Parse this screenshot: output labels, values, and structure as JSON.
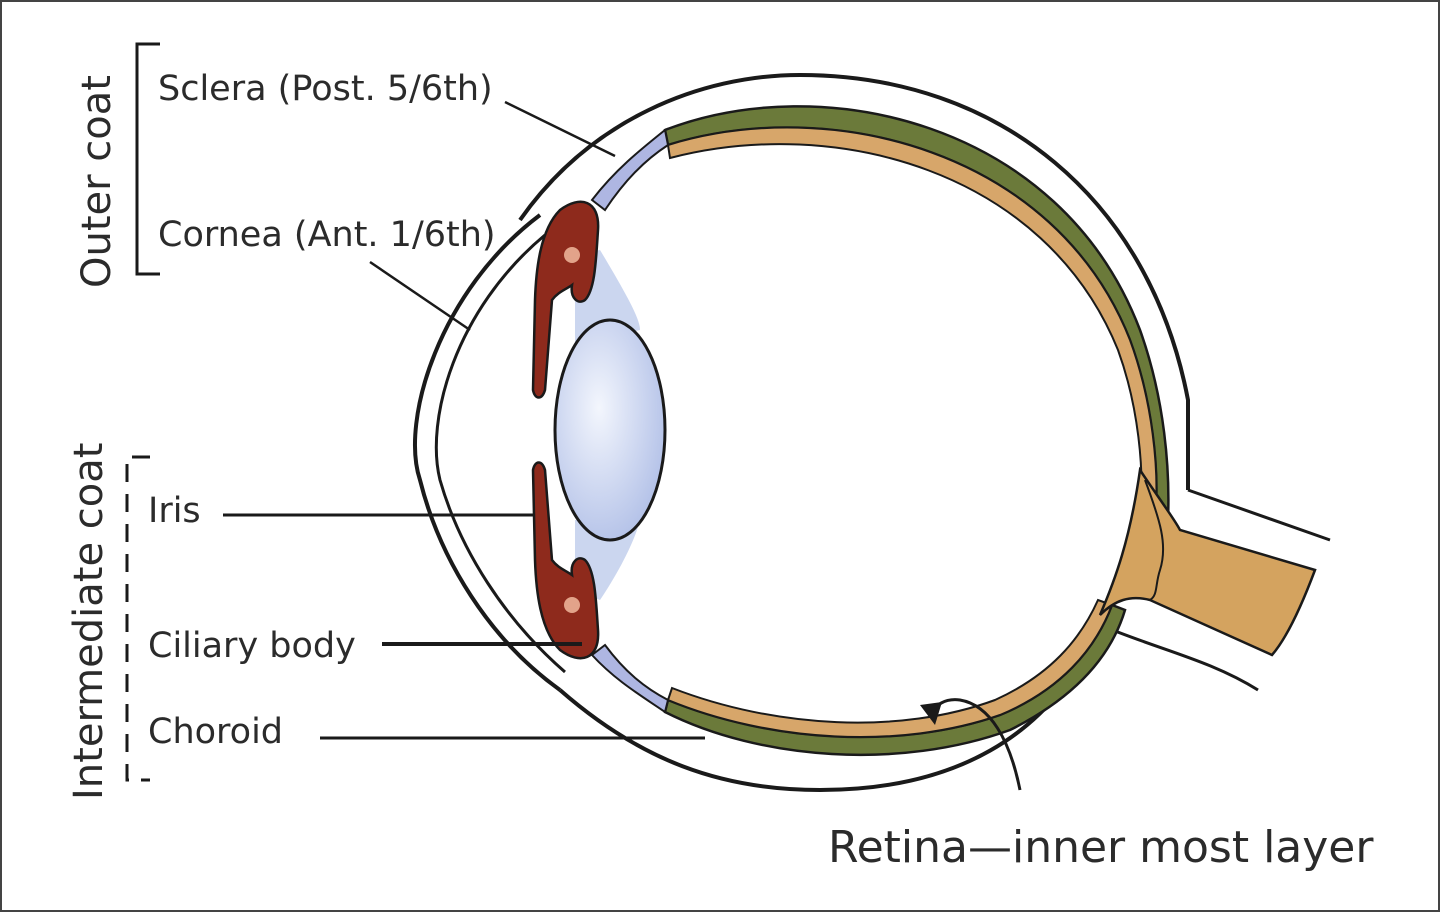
{
  "groups": {
    "outer": "Outer coat",
    "intermediate": "Intermediate coat"
  },
  "labels": {
    "sclera": "Sclera (Post. 5/6th)",
    "cornea": "Cornea (Ant. 1/6th)",
    "iris": "Iris",
    "ciliary_body": "Ciliary body",
    "choroid": "Choroid",
    "retina": "Retina—inner most layer"
  },
  "colors": {
    "sclera_wall": "#ffffff",
    "cornea_blue": "#aeb6e2",
    "choroid_green": "#6b7a3a",
    "retina_tan": "#d7a66a",
    "optic_nerve": "#d4a35f",
    "iris_ciliary": "#8e2a1c",
    "lens": "#dbe4f4",
    "zonule": "#b9c8ea",
    "outline": "#1a1a1a"
  }
}
